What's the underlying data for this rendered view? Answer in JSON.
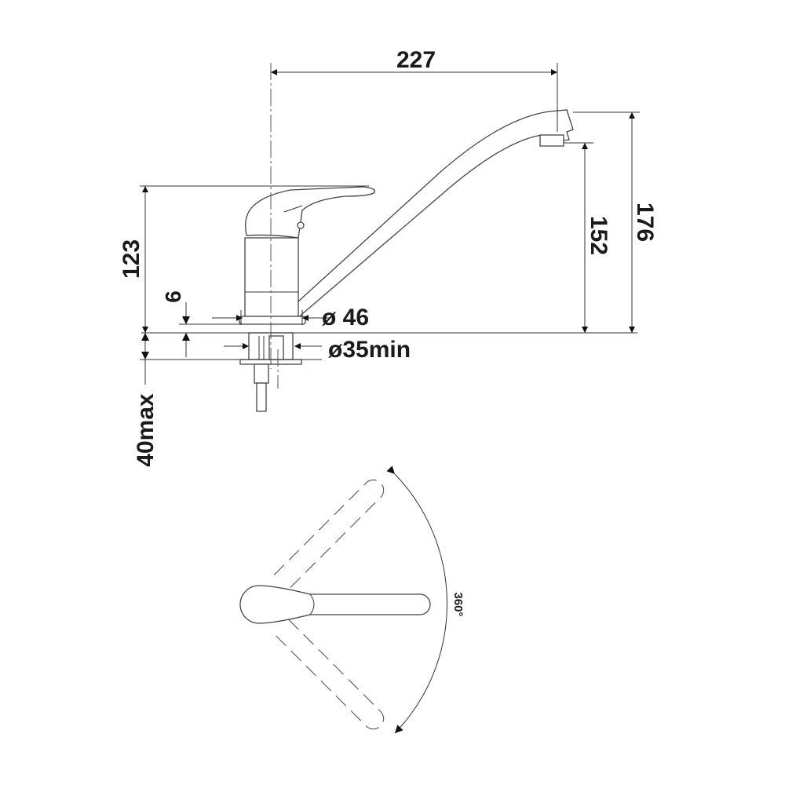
{
  "dimensions": {
    "spout_reach": "227",
    "total_height": "176",
    "spout_height": "152",
    "lever_height": "123",
    "base_thickness": "6",
    "max_deck_thickness": "40max",
    "base_diameter": "ø 46",
    "hole_diameter": "ø35min",
    "rotation": "360°"
  }
}
